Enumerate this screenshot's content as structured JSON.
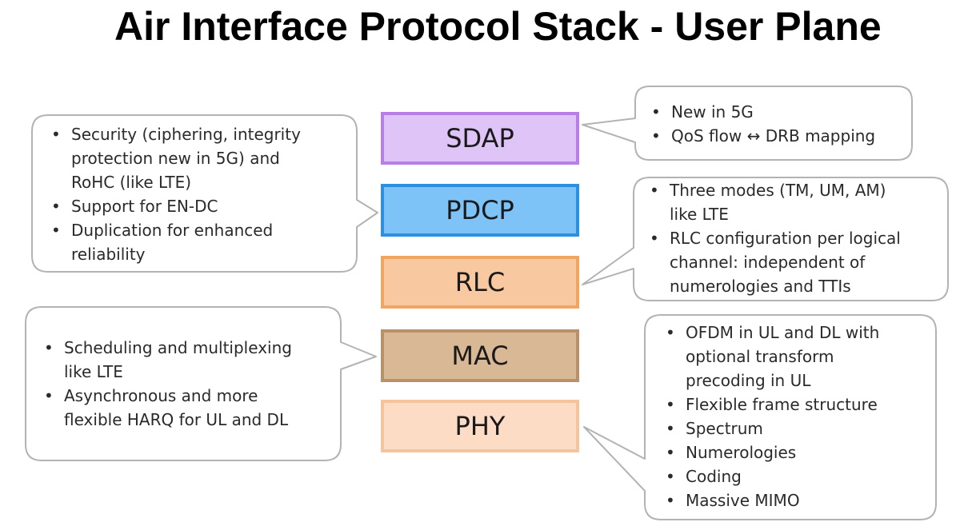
{
  "title": "Air Interface Protocol Stack - User Plane",
  "colors": {
    "sdap": {
      "fill": "#dfc4f7",
      "border": "#b87ee8"
    },
    "pdcp": {
      "fill": "#7ec3f7",
      "border": "#2c8fe0"
    },
    "rlc": {
      "fill": "#f8c9a0",
      "border": "#f0a660"
    },
    "mac": {
      "fill": "#d8b895",
      "border": "#b8916b"
    },
    "phy": {
      "fill": "#fcdcc5",
      "border": "#f6c49c"
    },
    "callout_border": "#b3b3b3"
  },
  "layers": {
    "sdap": "SDAP",
    "pdcp": "PDCP",
    "rlc": "RLC",
    "mac": "MAC",
    "phy": "PHY"
  },
  "notes": {
    "sdap": [
      "New in 5G",
      "QoS flow ↔ DRB mapping"
    ],
    "pdcp": [
      "Security (ciphering, integrity protection new in 5G) and RoHC (like LTE)",
      "Support for EN-DC",
      "Duplication for enhanced reliability"
    ],
    "rlc": [
      "Three modes (TM, UM, AM) like LTE",
      "RLC configuration per logical channel: independent of numerologies and TTIs"
    ],
    "mac": [
      "Scheduling and multiplexing like LTE",
      "Asynchronous and more flexible HARQ for UL and DL"
    ],
    "phy": [
      "OFDM in UL and DL with optional transform precoding in UL",
      "Flexible frame structure",
      "Spectrum",
      "Numerologies",
      "Coding",
      "Massive MIMO"
    ]
  }
}
